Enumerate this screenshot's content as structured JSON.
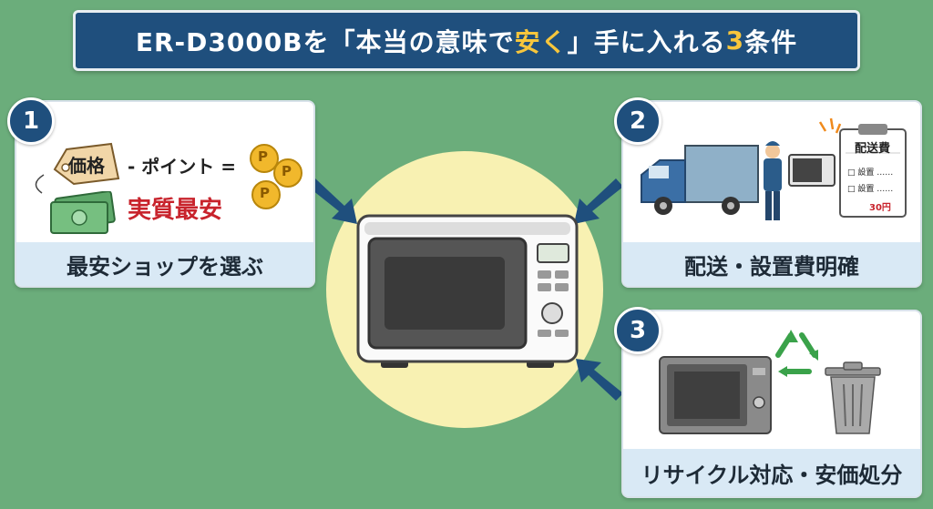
{
  "header": {
    "title_prefix": "ER-D3000Bを「本当の意味で",
    "title_highlight1": "安く",
    "title_middle": "」手に入れる",
    "title_highlight2": "3",
    "title_suffix": "条件"
  },
  "panels": [
    {
      "number": "1",
      "tag_label": "価格",
      "formula_text": "- ポイント =",
      "coin_letter": "P",
      "result_text": "実質最安",
      "caption": "最安ショップを選ぶ"
    },
    {
      "number": "2",
      "clipboard_title": "配送費",
      "clipboard_item1": "□ 設置 ……",
      "clipboard_item2": "□ 設置 ……",
      "clipboard_price": "30円",
      "caption": "配送・設置費明確"
    },
    {
      "number": "3",
      "caption": "リサイクル対応・安価処分"
    }
  ],
  "colors": {
    "background": "#6bad7b",
    "title_bg": "#1f4f7d",
    "highlight": "#f7c63c",
    "caption_bg": "#d9e9f5",
    "accent_red": "#c8232c",
    "arrow": "#1f4f7d"
  }
}
